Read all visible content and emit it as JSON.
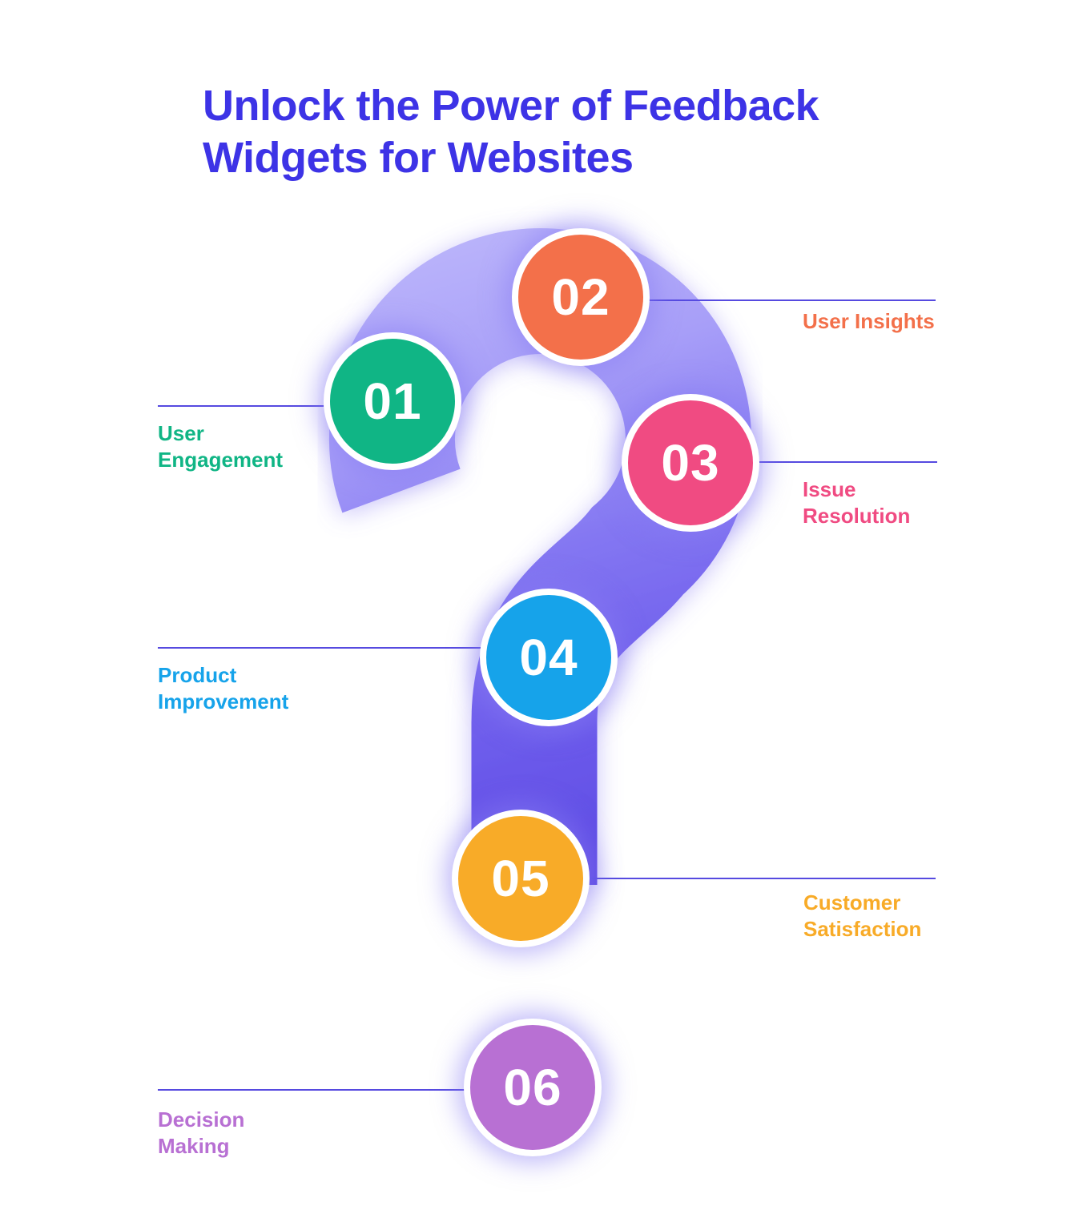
{
  "title": {
    "line1": "Unlock the Power of Feedback",
    "line2": "Widgets for Websites",
    "color": "#3d33e6"
  },
  "items": [
    {
      "number": "01",
      "label": "User Engagement",
      "color": "#10b585",
      "side": "left"
    },
    {
      "number": "02",
      "label": "User Insights",
      "color": "#f3704a",
      "side": "right"
    },
    {
      "number": "03",
      "label": "Issue Resolution",
      "color": "#f04b82",
      "side": "right"
    },
    {
      "number": "04",
      "label": "Product Improvement",
      "color": "#16a3ea",
      "side": "left"
    },
    {
      "number": "05",
      "label": "Customer Satisfaction",
      "color": "#f8ab28",
      "side": "right"
    },
    {
      "number": "06",
      "label": "Decision Making",
      "color": "#b870d3",
      "side": "left"
    }
  ],
  "connector_color": "#564ae0",
  "question_mark": {
    "shape": "question-mark",
    "gradient": [
      "#beb8fb",
      "#a79ef8",
      "#8477f2",
      "#6e5dec",
      "#5c49e3"
    ],
    "glow_color": "#8a7df3"
  }
}
